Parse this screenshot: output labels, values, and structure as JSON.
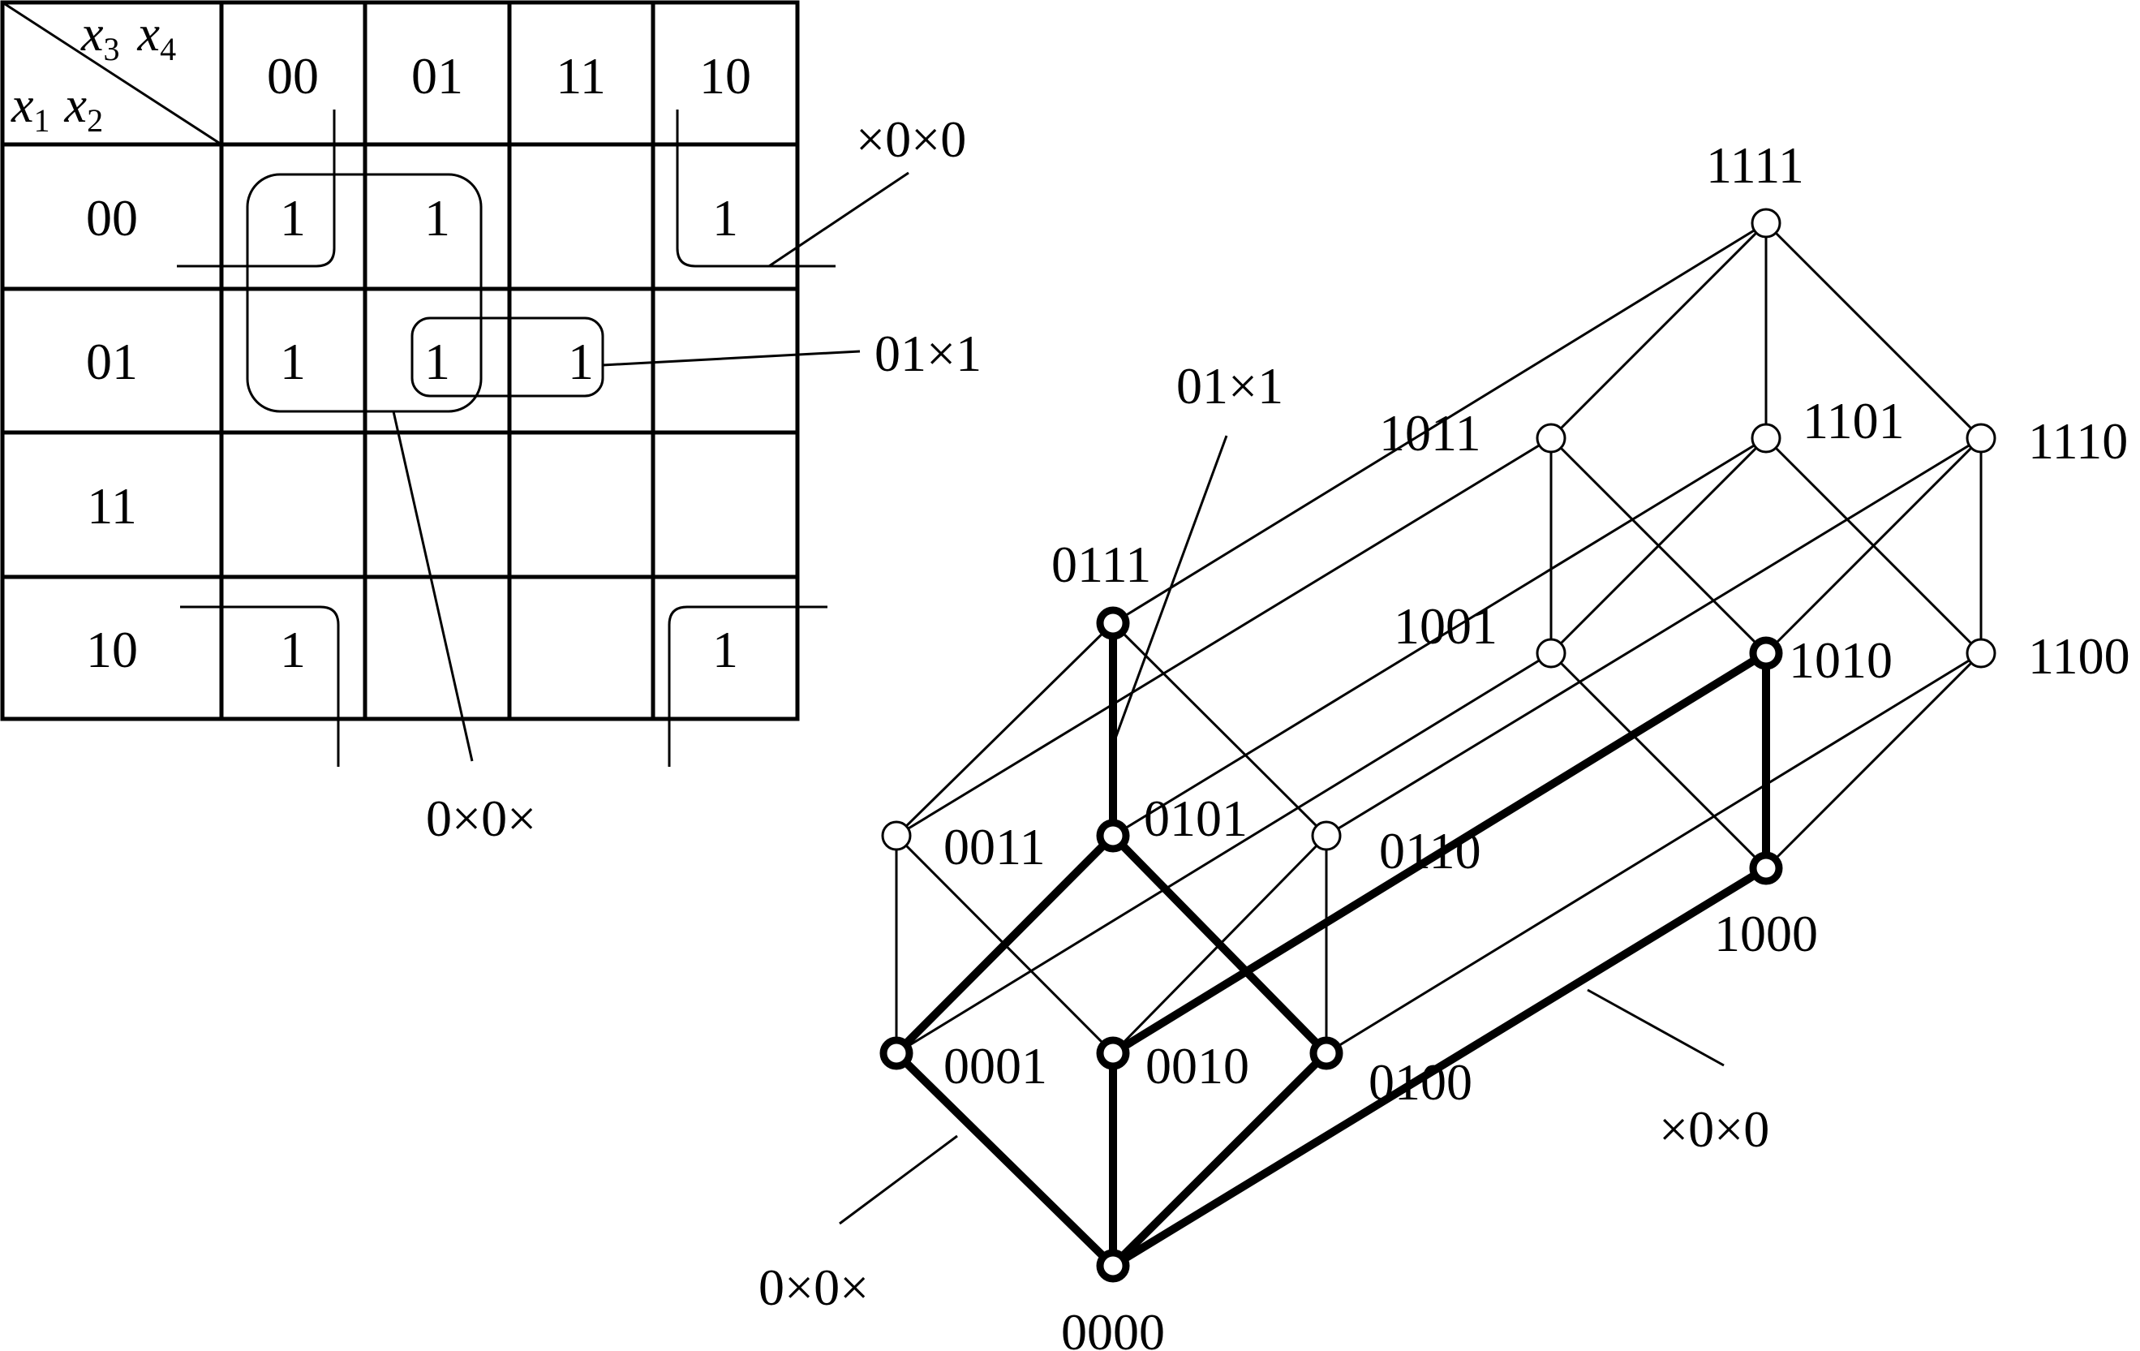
{
  "kmap": {
    "col_vars": [
      "x",
      "3",
      "x",
      "4"
    ],
    "row_vars": [
      "x",
      "1",
      "x",
      "2"
    ],
    "col_headers": [
      "00",
      "01",
      "11",
      "10"
    ],
    "row_headers": [
      "00",
      "01",
      "11",
      "10"
    ],
    "ones": [
      {
        "row": 0,
        "col": 0,
        "value": "1"
      },
      {
        "row": 0,
        "col": 1,
        "value": "1"
      },
      {
        "row": 0,
        "col": 3,
        "value": "1"
      },
      {
        "row": 1,
        "col": 0,
        "value": "1"
      },
      {
        "row": 1,
        "col": 1,
        "value": "1"
      },
      {
        "row": 1,
        "col": 2,
        "value": "1"
      },
      {
        "row": 3,
        "col": 0,
        "value": "1"
      },
      {
        "row": 3,
        "col": 3,
        "value": "1"
      }
    ],
    "group_labels": {
      "corners": "×0×0",
      "pair": "01×1",
      "square": "0×0×"
    }
  },
  "cube": {
    "nodes": [
      {
        "id": "1111",
        "label": "1111",
        "bold": false
      },
      {
        "id": "1011",
        "label": "1011",
        "bold": false
      },
      {
        "id": "1101",
        "label": "1101",
        "bold": false
      },
      {
        "id": "1110",
        "label": "1110",
        "bold": false
      },
      {
        "id": "0111",
        "label": "0111",
        "bold": true
      },
      {
        "id": "1001",
        "label": "1001",
        "bold": false
      },
      {
        "id": "1010",
        "label": "1010",
        "bold": true
      },
      {
        "id": "1100",
        "label": "1100",
        "bold": false
      },
      {
        "id": "0011",
        "label": "0011",
        "bold": false
      },
      {
        "id": "0101",
        "label": "0101",
        "bold": true
      },
      {
        "id": "0110",
        "label": "0110",
        "bold": false
      },
      {
        "id": "1000",
        "label": "1000",
        "bold": true
      },
      {
        "id": "0001",
        "label": "0001",
        "bold": true
      },
      {
        "id": "0010",
        "label": "0010",
        "bold": true
      },
      {
        "id": "0100",
        "label": "0100",
        "bold": true
      },
      {
        "id": "0000",
        "label": "0000",
        "bold": true
      }
    ],
    "edges": [
      {
        "from": "1111",
        "to": "1011",
        "bold": false
      },
      {
        "from": "1111",
        "to": "1101",
        "bold": false
      },
      {
        "from": "1111",
        "to": "1110",
        "bold": false
      },
      {
        "from": "1111",
        "to": "0111",
        "bold": false
      },
      {
        "from": "1011",
        "to": "1001",
        "bold": false
      },
      {
        "from": "1011",
        "to": "1010",
        "bold": false
      },
      {
        "from": "1011",
        "to": "0011",
        "bold": false
      },
      {
        "from": "1101",
        "to": "1001",
        "bold": false
      },
      {
        "from": "1101",
        "to": "1100",
        "bold": false
      },
      {
        "from": "1101",
        "to": "0101",
        "bold": false
      },
      {
        "from": "1110",
        "to": "1010",
        "bold": false
      },
      {
        "from": "1110",
        "to": "1100",
        "bold": false
      },
      {
        "from": "1110",
        "to": "0110",
        "bold": false
      },
      {
        "from": "0111",
        "to": "0011",
        "bold": false
      },
      {
        "from": "0111",
        "to": "0101",
        "bold": true
      },
      {
        "from": "0111",
        "to": "0110",
        "bold": false
      },
      {
        "from": "1001",
        "to": "1000",
        "bold": false
      },
      {
        "from": "1001",
        "to": "0001",
        "bold": false
      },
      {
        "from": "1010",
        "to": "1000",
        "bold": true
      },
      {
        "from": "1010",
        "to": "0010",
        "bold": true
      },
      {
        "from": "1100",
        "to": "1000",
        "bold": false
      },
      {
        "from": "1100",
        "to": "0100",
        "bold": false
      },
      {
        "from": "0011",
        "to": "0001",
        "bold": false
      },
      {
        "from": "0011",
        "to": "0010",
        "bold": false
      },
      {
        "from": "0101",
        "to": "0001",
        "bold": true
      },
      {
        "from": "0101",
        "to": "0100",
        "bold": true
      },
      {
        "from": "0110",
        "to": "0010",
        "bold": false
      },
      {
        "from": "0110",
        "to": "0100",
        "bold": false
      },
      {
        "from": "1000",
        "to": "0000",
        "bold": true
      },
      {
        "from": "0001",
        "to": "0000",
        "bold": true
      },
      {
        "from": "0010",
        "to": "0000",
        "bold": true
      },
      {
        "from": "0100",
        "to": "0000",
        "bold": true
      }
    ],
    "callouts": {
      "top": "01×1",
      "bottom_left": "0×0×",
      "bottom_right": "×0×0"
    }
  }
}
